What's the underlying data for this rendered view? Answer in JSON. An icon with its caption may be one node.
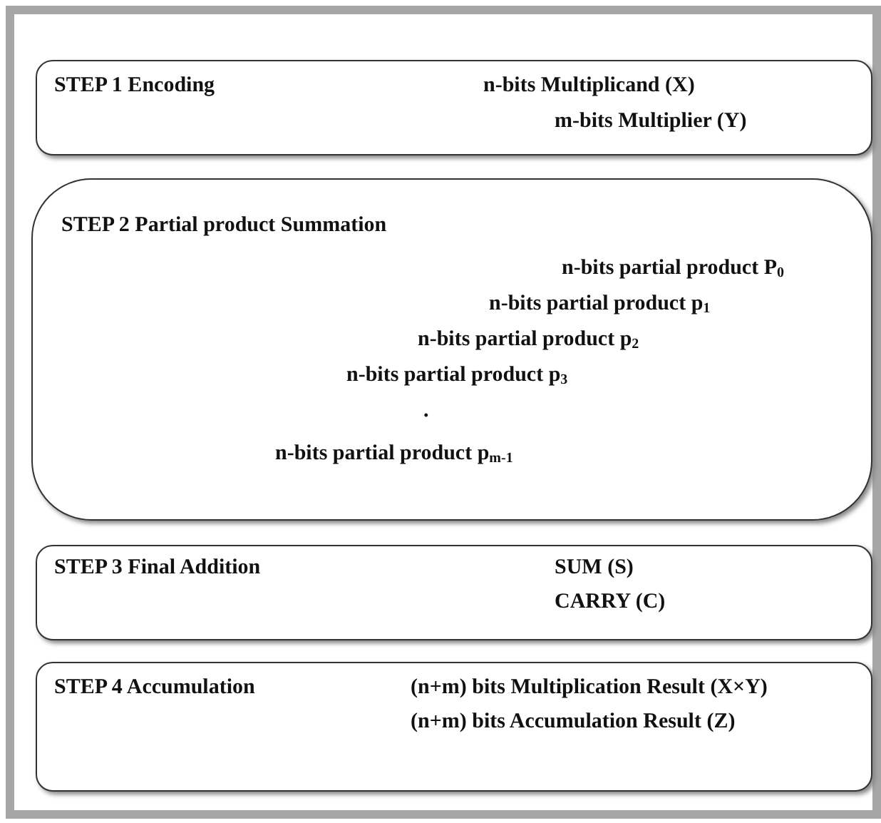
{
  "diagram": {
    "nodes": [
      {
        "text": [
          "STEP 1 Encoding",
          "n-bits Multiplicand (X)",
          "m-bits Multiplier (Y)"
        ]
      },
      {
        "text": [
          "STEP 2 Partial product Summation",
          "n-bits partial product P$_{0}$",
          "n-bits partial product p$_{1}$",
          "n-bits partial product p$_{2}$",
          "n-bits partial product p$_{3}$",
          ".",
          "n-bits partial product p$_{m-1}$"
        ]
      },
      {
        "text": [
          "STEP 3 Final Addition",
          "SUM (S)",
          "CARRY (C)"
        ]
      },
      {
        "text": [
          "STEP 4 Accumulation",
          "(n+m) bits Multiplication Result (X×Y)",
          "(n+m) bits Accumulation Result (Z)"
        ]
      }
    ]
  }
}
